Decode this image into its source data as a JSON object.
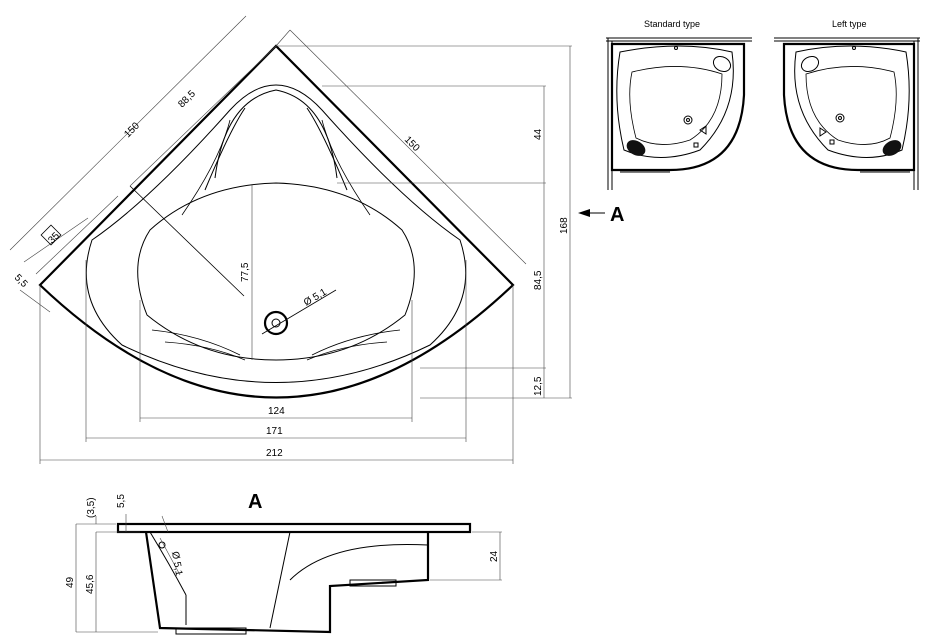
{
  "top_view": {
    "dims": {
      "side_left": "150",
      "side_left_inner": "88,5",
      "side_right": "150",
      "edge_35": "35",
      "edge_5_5": "5,5",
      "depth_44": "44",
      "depth_84_5": "84,5",
      "total_168": "168",
      "bottom_12_5": "12,5",
      "inner_77_5": "77,5",
      "drain": "Ø 5,1",
      "width_124": "124",
      "width_171": "171",
      "width_212": "212"
    },
    "view_arrow_label": "A"
  },
  "variants": {
    "standard_label": "Standard type",
    "left_label": "Left type"
  },
  "section_view": {
    "label": "A",
    "dims": {
      "top_3_5": "(3,5)",
      "top_5_5": "5,5",
      "height_49": "49",
      "height_45_6": "45,6",
      "overflow": "Ø 5,1",
      "depth_24": "24"
    }
  }
}
